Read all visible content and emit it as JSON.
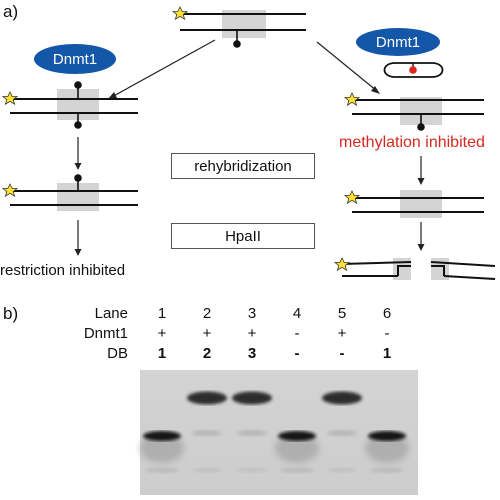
{
  "panel_a": {
    "label": "a)",
    "enzyme_label": "Dnmt1",
    "middle_box_1": "rehybridization",
    "middle_box_2": "HpaII",
    "left_outcome": "restriction inhibited",
    "right_outcome": "methylation inhibited",
    "colors": {
      "enzyme_fill": "#1457a8",
      "gray_site": "#d4d4d4",
      "star_fill": "#ffe033",
      "inhibitor_dot": "#e0261a",
      "right_outcome_text": "#d42a1e"
    }
  },
  "panel_b": {
    "label": "b)",
    "row_labels": [
      "Lane",
      "Dnmt1",
      "DB"
    ],
    "lanes": [
      "1",
      "2",
      "3",
      "4",
      "5",
      "6"
    ],
    "dnmt1": [
      "+",
      "+",
      "+",
      "-",
      "+",
      "-"
    ],
    "db": [
      "1",
      "2",
      "3",
      "-",
      "-",
      "1"
    ],
    "gel_band_types": [
      "cut",
      "uncut",
      "uncut",
      "cut",
      "uncut",
      "cut"
    ]
  }
}
